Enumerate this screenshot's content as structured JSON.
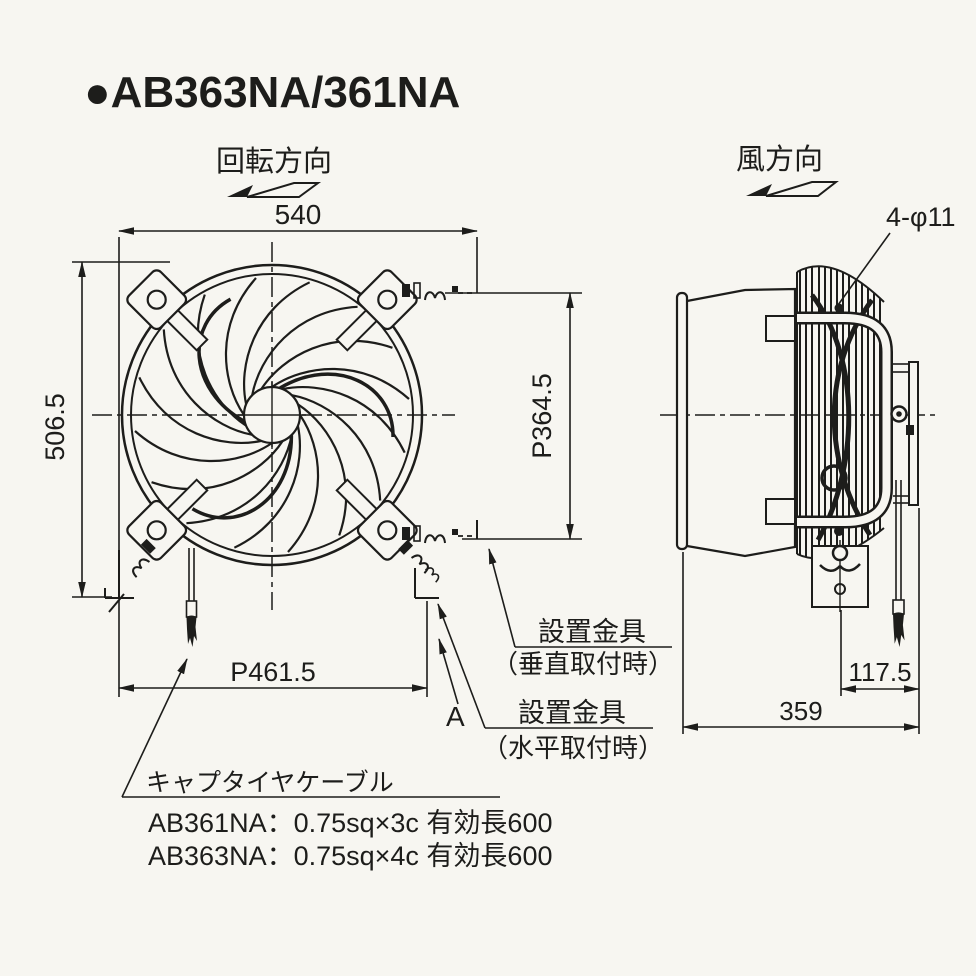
{
  "page": {
    "product_code_title": "●AB363NA/361NA"
  },
  "front_view": {
    "rotation_label": "回転方向",
    "dim_width": "540",
    "dim_height": "506.5",
    "dim_pitch_v": "P364.5",
    "dim_pitch_h": "P461.5",
    "detail_marker": "A",
    "bracket_vertical": {
      "line1": "設置金具",
      "line2": "（垂直取付時）"
    },
    "bracket_horizontal": {
      "line1": "設置金具",
      "line2": "（水平取付時）"
    },
    "cable_label": "キャプタイヤケーブル",
    "cable_specs": [
      "AB361NA：0.75sq×3c 有効長600",
      "AB363NA：0.75sq×4c 有効長600"
    ]
  },
  "side_view": {
    "wind_label": "風方向",
    "holes_label": "4-φ11",
    "dim_cable_offset": "117.5",
    "dim_depth": "359"
  },
  "colors": {
    "paper": "#f7f6f1",
    "ink": "#1d1d1b"
  }
}
